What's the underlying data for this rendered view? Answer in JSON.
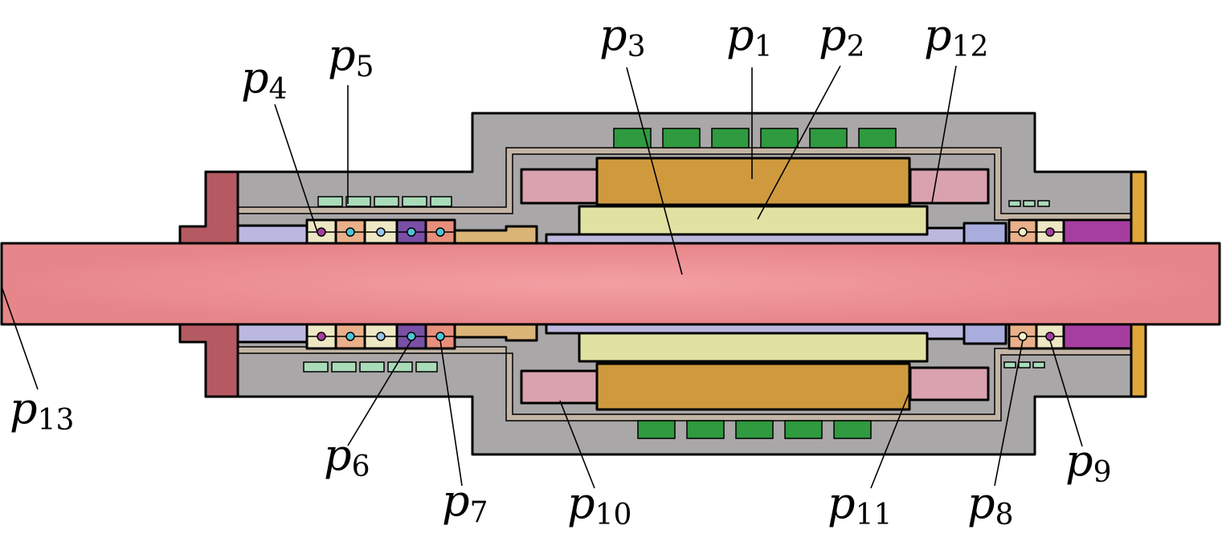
{
  "labels": {
    "p1": {
      "base": "p",
      "sub": "1"
    },
    "p2": {
      "base": "p",
      "sub": "2"
    },
    "p3": {
      "base": "p",
      "sub": "3"
    },
    "p4": {
      "base": "p",
      "sub": "4"
    },
    "p5": {
      "base": "p",
      "sub": "5"
    },
    "p6": {
      "base": "p",
      "sub": "6"
    },
    "p7": {
      "base": "p",
      "sub": "7"
    },
    "p8": {
      "base": "p",
      "sub": "8"
    },
    "p9": {
      "base": "p",
      "sub": "9"
    },
    "p10": {
      "base": "p",
      "sub": "10"
    },
    "p11": {
      "base": "p",
      "sub": "11"
    },
    "p12": {
      "base": "p",
      "sub": "12"
    },
    "p13": {
      "base": "p",
      "sub": "13"
    }
  },
  "colors": {
    "housing": "#a9a7a7",
    "housing_lining": "#c3b5a5",
    "shaft": "#e7868a",
    "shaft_highlight": "#f3a0a3",
    "flange_left": "#b55a62",
    "end_plate_right": "#e2a63a",
    "stator_core": "#cf9a3e",
    "rotor_magnet": "#e1e2a2",
    "sleeve": "#bcb8dd",
    "end_ring": "#d9a2ae",
    "cooling_outer": "#2f9a3f",
    "cooling_small": "#a9dbb9",
    "bearing_lavender": "#bab8e0",
    "bearing_cream": "#ede7c4",
    "bearing_orange": "#e9b08a",
    "bearing_purple": "#7a4fa6",
    "bearing_salmon": "#e88f7c",
    "bearing_magenta": "#a63ea0",
    "collar": "#dbb478",
    "spacer_right": "#a9addd"
  }
}
